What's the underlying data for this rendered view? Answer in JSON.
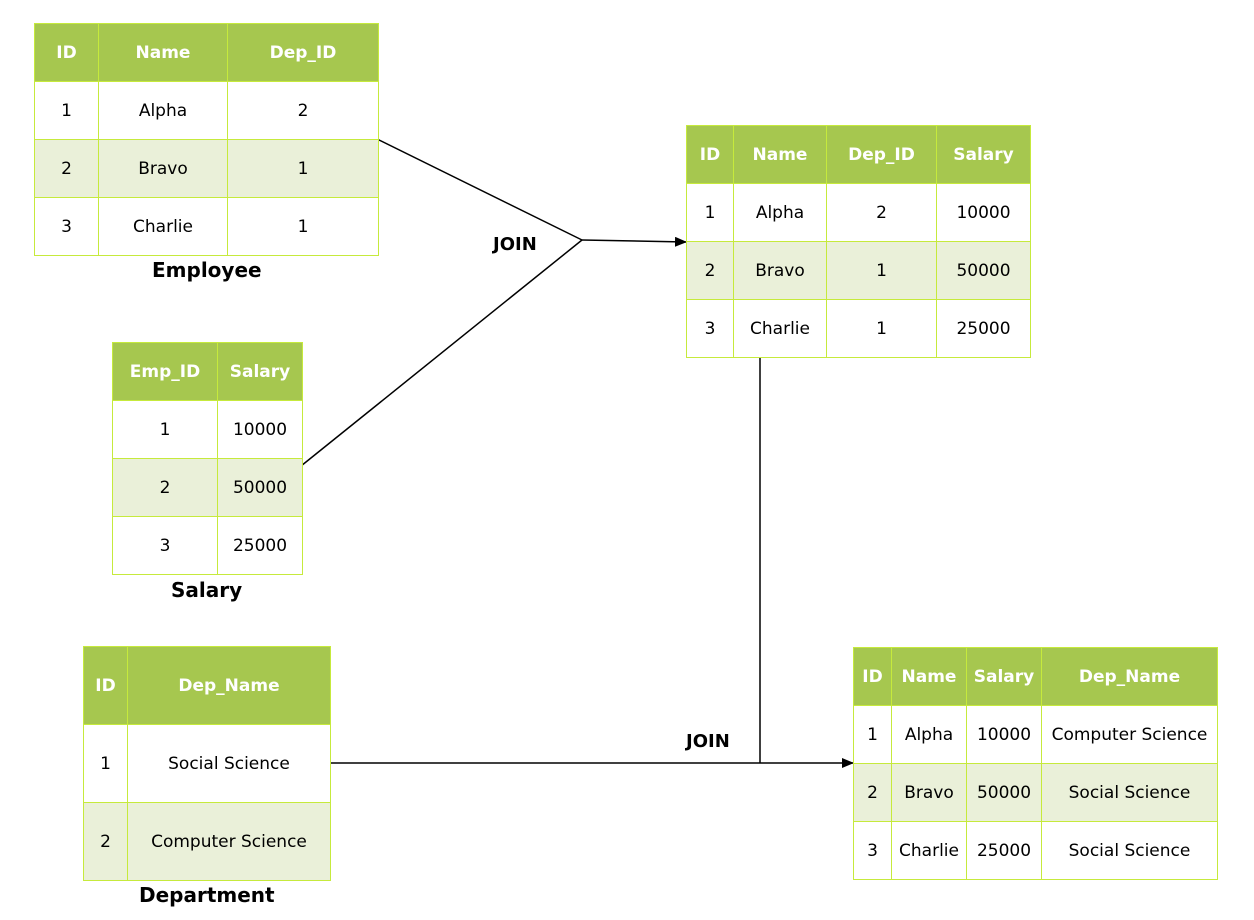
{
  "employee": {
    "caption": "Employee",
    "headers": [
      "ID",
      "Name",
      "Dep_ID"
    ],
    "rows": [
      [
        "1",
        "Alpha",
        "2"
      ],
      [
        "2",
        "Bravo",
        "1"
      ],
      [
        "3",
        "Charlie",
        "1"
      ]
    ]
  },
  "salary": {
    "caption": "Salary",
    "headers": [
      "Emp_ID",
      "Salary"
    ],
    "rows": [
      [
        "1",
        "10000"
      ],
      [
        "2",
        "50000"
      ],
      [
        "3",
        "25000"
      ]
    ]
  },
  "department": {
    "caption": "Department",
    "headers": [
      "ID",
      "Dep_Name"
    ],
    "rows": [
      [
        "1",
        "Social Science"
      ],
      [
        "2",
        "Computer Science"
      ]
    ]
  },
  "joined_1": {
    "headers": [
      "ID",
      "Name",
      "Dep_ID",
      "Salary"
    ],
    "rows": [
      [
        "1",
        "Alpha",
        "2",
        "10000"
      ],
      [
        "2",
        "Bravo",
        "1",
        "50000"
      ],
      [
        "3",
        "Charlie",
        "1",
        "25000"
      ]
    ]
  },
  "joined_2": {
    "headers": [
      "ID",
      "Name",
      "Salary",
      "Dep_Name"
    ],
    "rows": [
      [
        "1",
        "Alpha",
        "10000",
        "Computer Science"
      ],
      [
        "2",
        "Bravo",
        "50000",
        "Social Science"
      ],
      [
        "3",
        "Charlie",
        "25000",
        "Social Science"
      ]
    ]
  },
  "join_labels": {
    "first": "JOIN",
    "second": "JOIN"
  },
  "colors": {
    "header": "#a6c74f",
    "alt_row": "#eaf0d9",
    "border": "#c6ea3c"
  }
}
